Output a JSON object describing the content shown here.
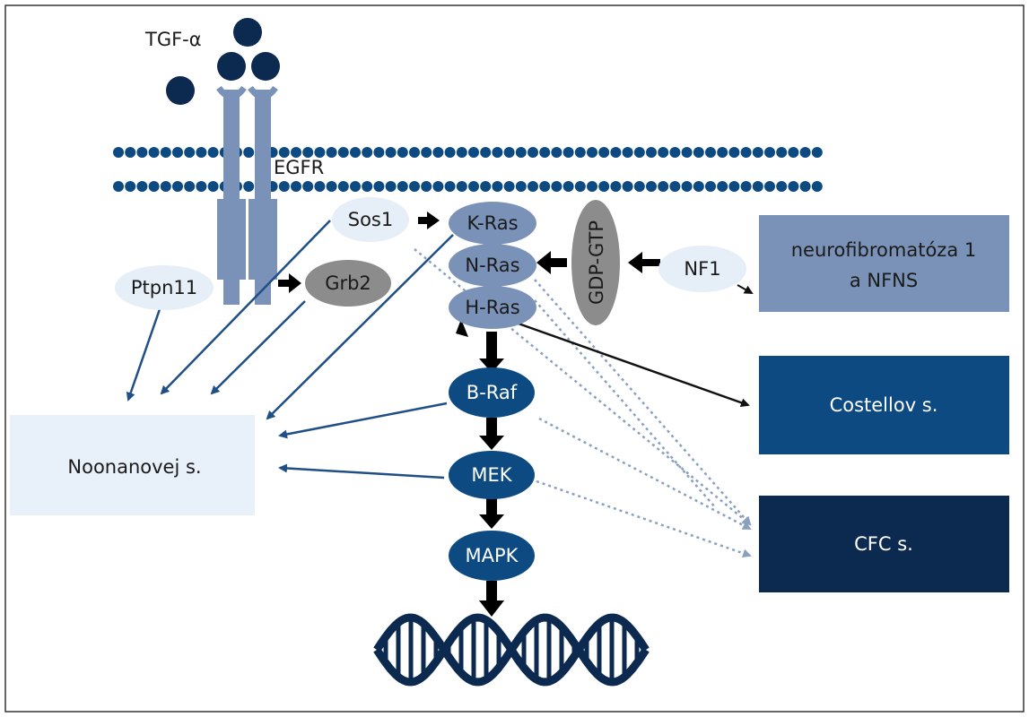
{
  "ligand": {
    "label": "TGF-α"
  },
  "receptor": {
    "label": "EGFR"
  },
  "proteins": {
    "sos1": "Sos1",
    "ptpn11": "Ptpn11",
    "grb2": "Grb2",
    "kras": "K-Ras",
    "nras": "N-Ras",
    "hras": "H-Ras",
    "gdp_gtp": "GDP-GTP",
    "nf1": "NF1",
    "braf": "B-Raf",
    "mek": "MEK",
    "mapk": "MAPK"
  },
  "syndromes": {
    "noonan": "Noonanovej s.",
    "nf1_line1": "neurofibromatóza 1",
    "nf1_line2": "a NFNS",
    "costello": "Costellov s.",
    "cfc": "CFC s."
  },
  "colors": {
    "dark_blue": "#0e4a82",
    "navy": "#0c2a4f",
    "receptor_blue": "#7b92b8",
    "light_blue_box": "#e8f0fa",
    "grey": "#8c8c8c",
    "light_ellipse": "#e6eef8"
  }
}
